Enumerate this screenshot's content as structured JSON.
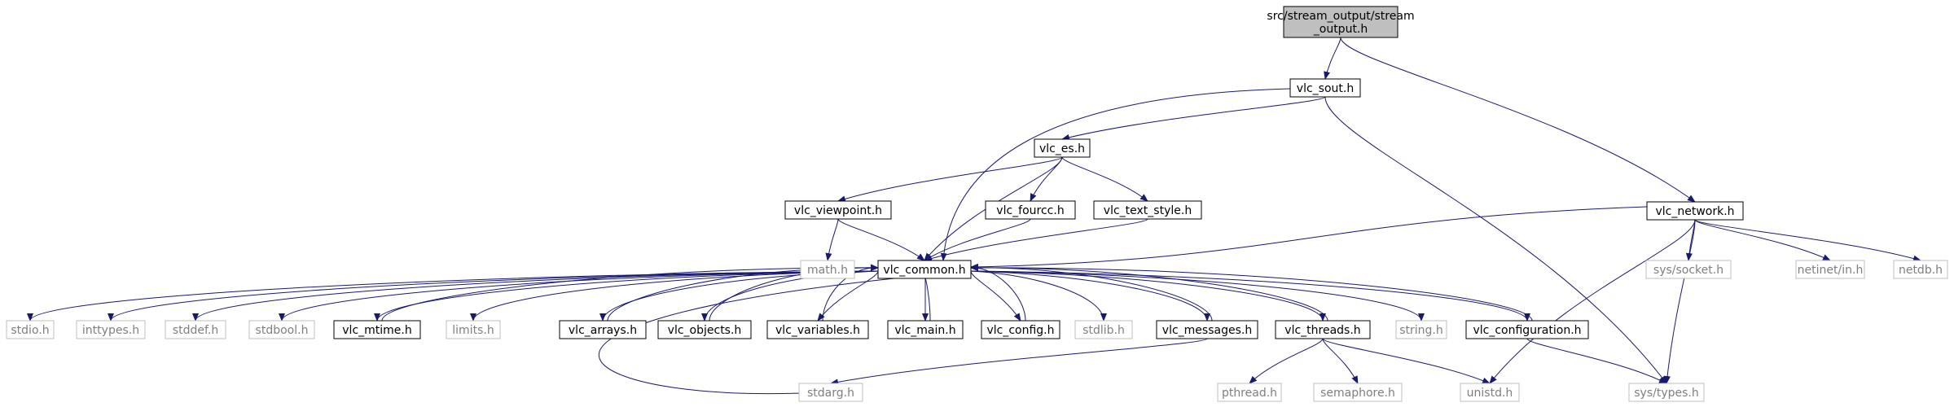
{
  "graph": {
    "title": "src/stream_output/stream_output.h",
    "nodes": {
      "root": {
        "lines": [
          "src/stream_output/stream",
          "_output.h"
        ],
        "style": "root"
      },
      "vlc_sout": {
        "lines": [
          "vlc_sout.h"
        ],
        "style": "normal"
      },
      "vlc_network": {
        "lines": [
          "vlc_network.h"
        ],
        "style": "normal"
      },
      "vlc_es": {
        "lines": [
          "vlc_es.h"
        ],
        "style": "normal"
      },
      "vlc_viewpoint": {
        "lines": [
          "vlc_viewpoint.h"
        ],
        "style": "normal"
      },
      "vlc_fourcc": {
        "lines": [
          "vlc_fourcc.h"
        ],
        "style": "normal"
      },
      "vlc_text_style": {
        "lines": [
          "vlc_text_style.h"
        ],
        "style": "normal"
      },
      "math": {
        "lines": [
          "math.h"
        ],
        "style": "system"
      },
      "vlc_common": {
        "lines": [
          "vlc_common.h"
        ],
        "style": "normal"
      },
      "sys_socket": {
        "lines": [
          "sys/socket.h"
        ],
        "style": "system"
      },
      "netinet_in": {
        "lines": [
          "netinet/in.h"
        ],
        "style": "system"
      },
      "netdb": {
        "lines": [
          "netdb.h"
        ],
        "style": "system"
      },
      "stdio": {
        "lines": [
          "stdio.h"
        ],
        "style": "system"
      },
      "inttypes": {
        "lines": [
          "inttypes.h"
        ],
        "style": "system"
      },
      "stddef": {
        "lines": [
          "stddef.h"
        ],
        "style": "system"
      },
      "stdbool": {
        "lines": [
          "stdbool.h"
        ],
        "style": "system"
      },
      "vlc_mtime": {
        "lines": [
          "vlc_mtime.h"
        ],
        "style": "normal"
      },
      "limits": {
        "lines": [
          "limits.h"
        ],
        "style": "system"
      },
      "vlc_arrays": {
        "lines": [
          "vlc_arrays.h"
        ],
        "style": "normal"
      },
      "vlc_objects": {
        "lines": [
          "vlc_objects.h"
        ],
        "style": "normal"
      },
      "vlc_variables": {
        "lines": [
          "vlc_variables.h"
        ],
        "style": "normal"
      },
      "vlc_main": {
        "lines": [
          "vlc_main.h"
        ],
        "style": "normal"
      },
      "vlc_config": {
        "lines": [
          "vlc_config.h"
        ],
        "style": "normal"
      },
      "stdlib": {
        "lines": [
          "stdlib.h"
        ],
        "style": "system"
      },
      "vlc_messages": {
        "lines": [
          "vlc_messages.h"
        ],
        "style": "normal"
      },
      "vlc_threads": {
        "lines": [
          "vlc_threads.h"
        ],
        "style": "normal"
      },
      "string": {
        "lines": [
          "string.h"
        ],
        "style": "system"
      },
      "vlc_configuration": {
        "lines": [
          "vlc_configuration.h"
        ],
        "style": "normal"
      },
      "stdarg": {
        "lines": [
          "stdarg.h"
        ],
        "style": "system"
      },
      "pthread": {
        "lines": [
          "pthread.h"
        ],
        "style": "system"
      },
      "semaphore": {
        "lines": [
          "semaphore.h"
        ],
        "style": "system"
      },
      "unistd": {
        "lines": [
          "unistd.h"
        ],
        "style": "system"
      },
      "sys_types": {
        "lines": [
          "sys/types.h"
        ],
        "style": "system"
      }
    },
    "edges": [
      [
        "root",
        "vlc_sout"
      ],
      [
        "root",
        "vlc_network"
      ],
      [
        "vlc_sout",
        "vlc_es"
      ],
      [
        "vlc_sout",
        "vlc_common"
      ],
      [
        "vlc_sout",
        "sys_types"
      ],
      [
        "vlc_es",
        "vlc_viewpoint"
      ],
      [
        "vlc_es",
        "vlc_fourcc"
      ],
      [
        "vlc_es",
        "vlc_text_style"
      ],
      [
        "vlc_es",
        "vlc_common"
      ],
      [
        "vlc_viewpoint",
        "math"
      ],
      [
        "vlc_viewpoint",
        "vlc_common"
      ],
      [
        "vlc_fourcc",
        "vlc_common"
      ],
      [
        "vlc_text_style",
        "vlc_common"
      ],
      [
        "vlc_network",
        "vlc_common"
      ],
      [
        "vlc_network",
        "sys_socket"
      ],
      [
        "vlc_network",
        "netinet_in"
      ],
      [
        "vlc_network",
        "netdb"
      ],
      [
        "vlc_network",
        "unistd"
      ],
      [
        "vlc_network",
        "sys_types"
      ],
      [
        "vlc_common",
        "stdio"
      ],
      [
        "vlc_common",
        "inttypes"
      ],
      [
        "vlc_common",
        "stddef"
      ],
      [
        "vlc_common",
        "stdbool"
      ],
      [
        "vlc_common",
        "vlc_mtime"
      ],
      [
        "vlc_common",
        "limits"
      ],
      [
        "vlc_common",
        "vlc_arrays"
      ],
      [
        "vlc_common",
        "vlc_objects"
      ],
      [
        "vlc_common",
        "vlc_variables"
      ],
      [
        "vlc_common",
        "vlc_main"
      ],
      [
        "vlc_common",
        "vlc_config"
      ],
      [
        "vlc_common",
        "stdlib"
      ],
      [
        "vlc_common",
        "vlc_messages"
      ],
      [
        "vlc_common",
        "vlc_threads"
      ],
      [
        "vlc_common",
        "string"
      ],
      [
        "vlc_common",
        "vlc_configuration"
      ],
      [
        "vlc_common",
        "stdarg"
      ],
      [
        "vlc_mtime",
        "vlc_common"
      ],
      [
        "vlc_arrays",
        "vlc_common"
      ],
      [
        "vlc_objects",
        "vlc_common"
      ],
      [
        "vlc_variables",
        "vlc_common"
      ],
      [
        "vlc_main",
        "vlc_common"
      ],
      [
        "vlc_config",
        "vlc_common"
      ],
      [
        "vlc_messages",
        "vlc_common"
      ],
      [
        "vlc_threads",
        "vlc_common"
      ],
      [
        "vlc_configuration",
        "vlc_common"
      ],
      [
        "vlc_messages",
        "stdarg"
      ],
      [
        "vlc_threads",
        "pthread"
      ],
      [
        "vlc_threads",
        "semaphore"
      ],
      [
        "vlc_threads",
        "unistd"
      ],
      [
        "vlc_configuration",
        "sys_types"
      ]
    ],
    "colors": {
      "edge": "#191970",
      "normal_border": "#000000",
      "system_border": "#bfbfbf",
      "root_fill": "#bfbfbf",
      "system_text": "#7f7f7f",
      "normal_text": "#000000"
    }
  }
}
